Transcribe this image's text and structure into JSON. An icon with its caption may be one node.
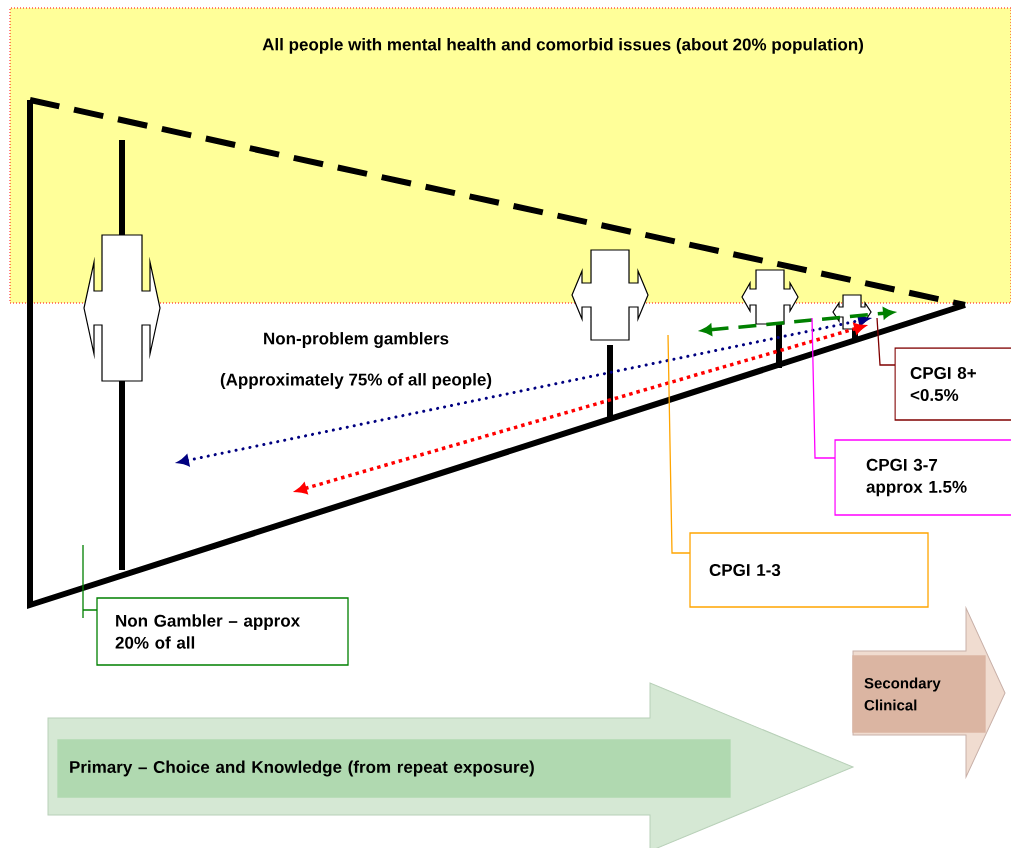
{
  "diagram": {
    "nodes": [
      {
        "text": [
          "All people with mental health and comorbid issues (about 20% population)"
        ]
      },
      {
        "text": [
          "CPGI 8+ <0.5%"
        ]
      },
      {
        "text": [
          "CPGI 3-7 approx 1.5%"
        ]
      },
      {
        "text": [
          "CPGI 1-3"
        ]
      },
      {
        "text": [
          "Non Gambler – approx 20% of all"
        ]
      },
      {
        "text": [
          "Secondary Clinical"
        ]
      },
      {
        "text": [
          "Primary – Choice and Knowledge (from repeat exposure)"
        ]
      }
    ],
    "edges": [
      {
        "from": 1,
        "to": null,
        "arrow": "none",
        "color": "#800000"
      },
      {
        "from": 2,
        "to": null,
        "arrow": "none",
        "color": "#ff00ff"
      },
      {
        "from": 3,
        "to": null,
        "arrow": "none",
        "color": "#ffa500"
      },
      {
        "from": 4,
        "to": null,
        "arrow": "none",
        "color": "#008000"
      }
    ],
    "labels": [
      "Non-problem gamblers",
      "(Approximately 75% of all people)"
    ]
  }
}
